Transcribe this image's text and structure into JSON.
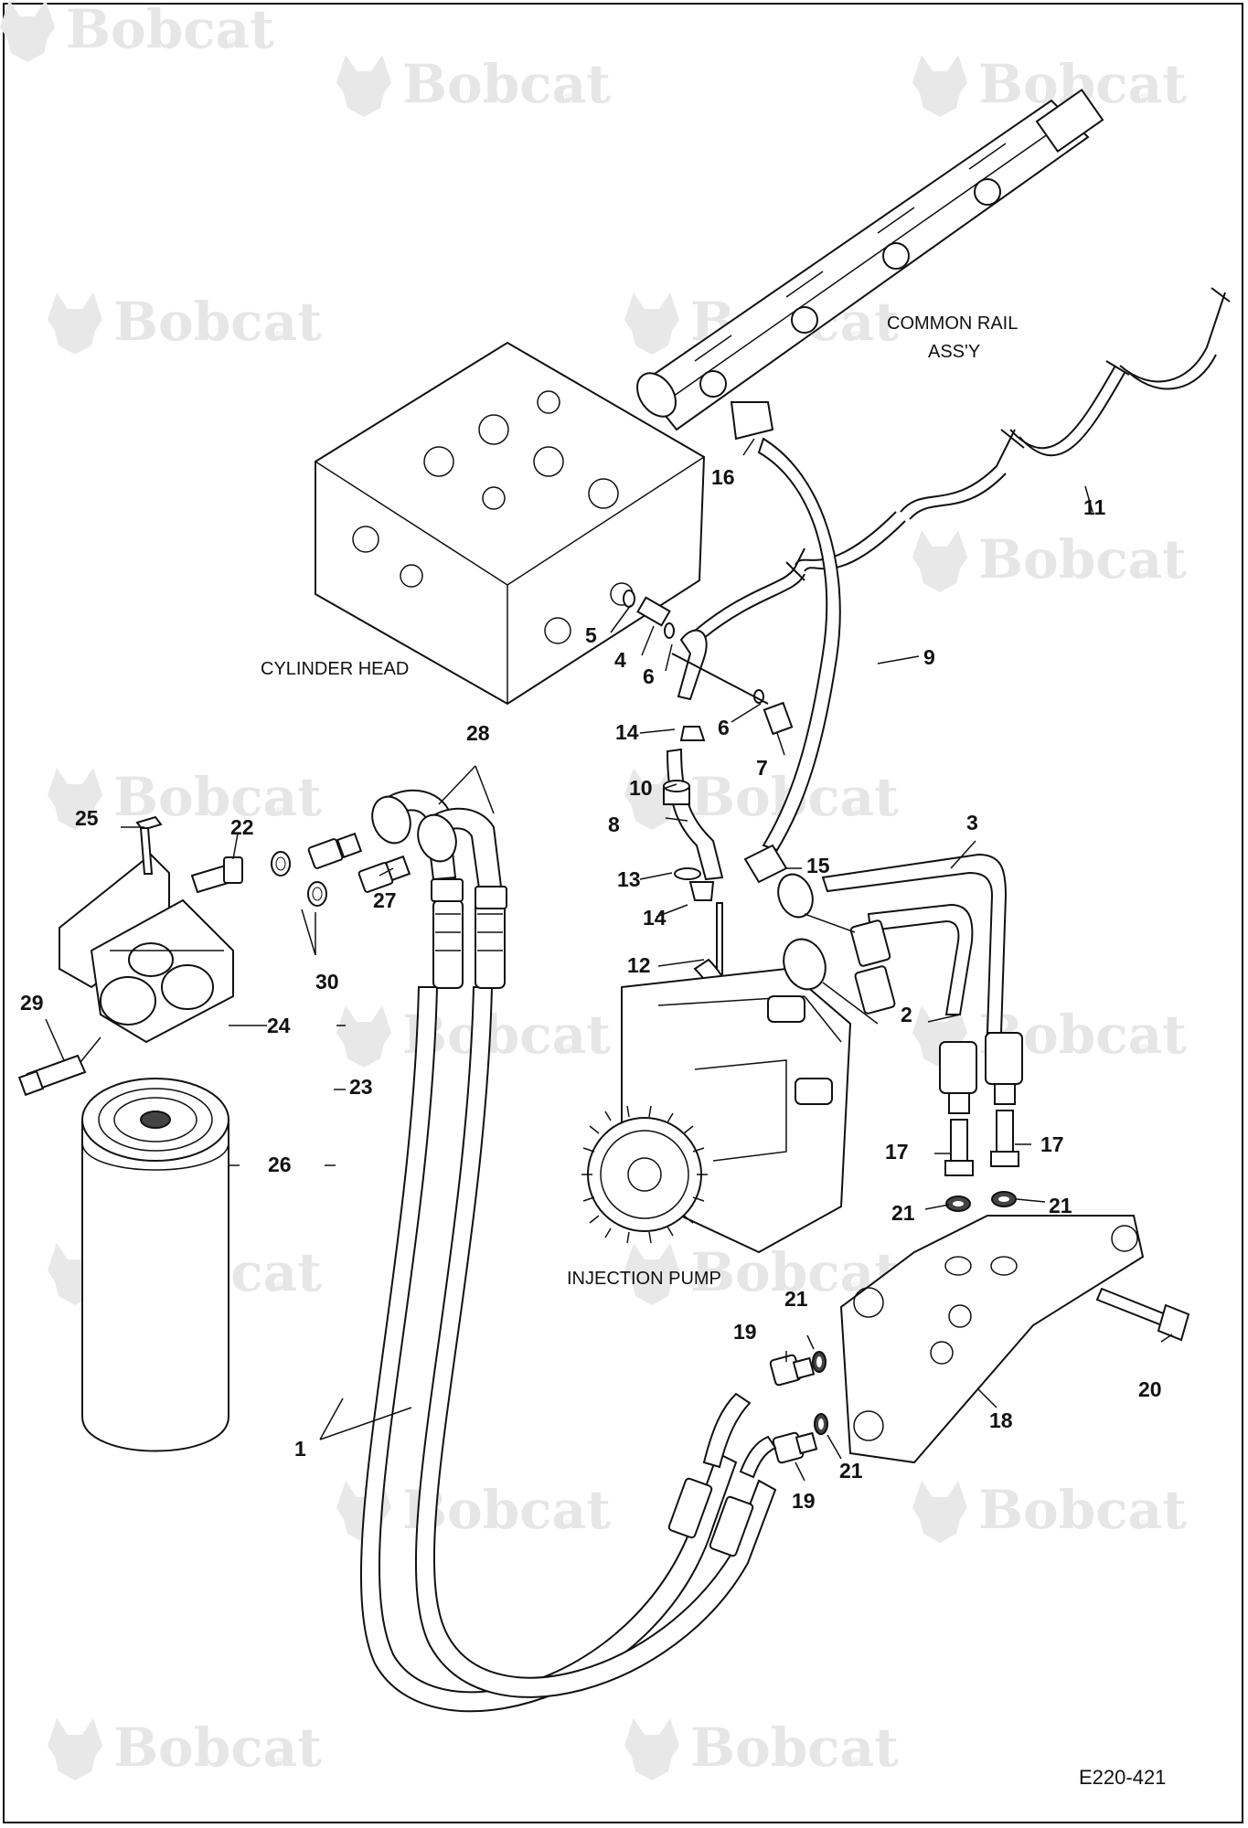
{
  "watermark": {
    "brand": "Bobcat",
    "reg_mark": "®",
    "logo_icon": "bobcat-head-logo-icon"
  },
  "captions": {
    "common_rail": [
      "COMMON RAIL",
      "ASS'Y"
    ],
    "cylinder_head": "CYLINDER HEAD",
    "injection_pump": "INJECTION PUMP"
  },
  "drawing_code": "E220-421",
  "callouts": [
    {
      "id": "c1",
      "text": "1"
    },
    {
      "id": "c2",
      "text": "2"
    },
    {
      "id": "c3",
      "text": "3"
    },
    {
      "id": "c4",
      "text": "4"
    },
    {
      "id": "c5",
      "text": "5"
    },
    {
      "id": "c6a",
      "text": "6"
    },
    {
      "id": "c6b",
      "text": "6"
    },
    {
      "id": "c7",
      "text": "7"
    },
    {
      "id": "c8",
      "text": "8"
    },
    {
      "id": "c9",
      "text": "9"
    },
    {
      "id": "c10",
      "text": "10"
    },
    {
      "id": "c11",
      "text": "11"
    },
    {
      "id": "c12",
      "text": "12"
    },
    {
      "id": "c13",
      "text": "13"
    },
    {
      "id": "c14a",
      "text": "14"
    },
    {
      "id": "c14b",
      "text": "14"
    },
    {
      "id": "c15",
      "text": "15"
    },
    {
      "id": "c16",
      "text": "16"
    },
    {
      "id": "c17a",
      "text": "17"
    },
    {
      "id": "c17b",
      "text": "17"
    },
    {
      "id": "c18",
      "text": "18"
    },
    {
      "id": "c19a",
      "text": "19"
    },
    {
      "id": "c19b",
      "text": "19"
    },
    {
      "id": "c20",
      "text": "20"
    },
    {
      "id": "c21a",
      "text": "21"
    },
    {
      "id": "c21b",
      "text": "21"
    },
    {
      "id": "c21c",
      "text": "21"
    },
    {
      "id": "c21d",
      "text": "21"
    },
    {
      "id": "c22",
      "text": "22"
    },
    {
      "id": "c23",
      "text": "23"
    },
    {
      "id": "c24",
      "text": "24"
    },
    {
      "id": "c25",
      "text": "25"
    },
    {
      "id": "c26",
      "text": "26"
    },
    {
      "id": "c27",
      "text": "27"
    },
    {
      "id": "c28",
      "text": "28"
    },
    {
      "id": "c29",
      "text": "29"
    },
    {
      "id": "c30",
      "text": "30"
    }
  ]
}
